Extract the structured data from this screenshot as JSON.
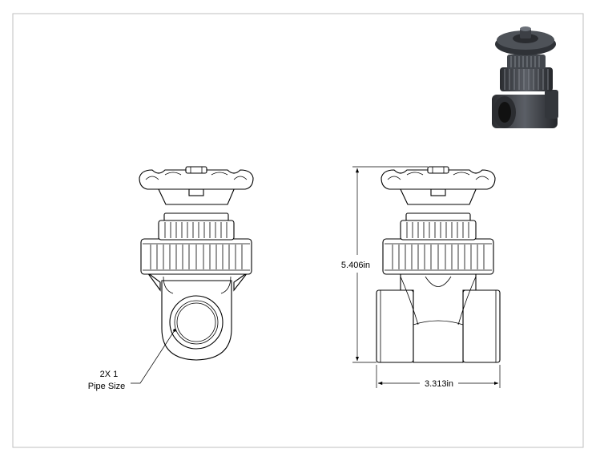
{
  "drawing": {
    "callout_line1": "2X 1",
    "callout_line2": "Pipe Size",
    "height_dimension": "5.406in",
    "width_dimension": "3.313in"
  },
  "colors": {
    "line": "#000000",
    "border": "#bfbfbf",
    "background": "#ffffff",
    "render_dark": "#3a3d42"
  },
  "icons": {
    "iso_view": "valve-render-icon"
  }
}
